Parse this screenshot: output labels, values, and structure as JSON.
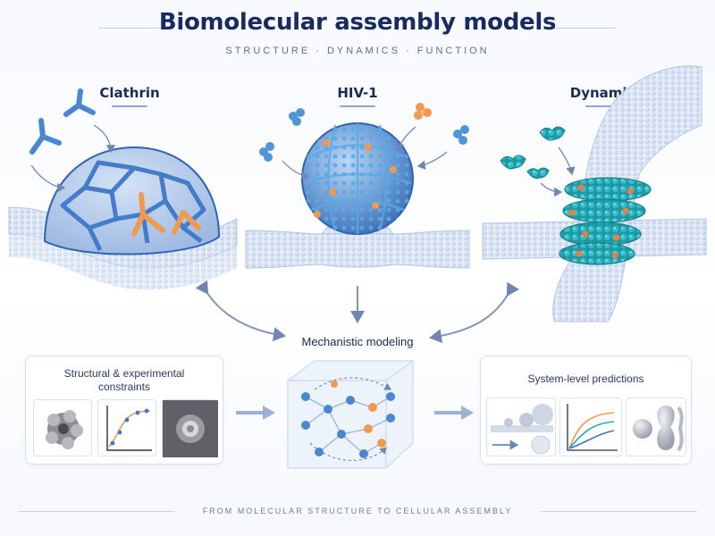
{
  "header": {
    "title": "Biomolecular assembly models",
    "subtitle": "STRUCTURE  ·  DYNAMICS  ·  FUNCTION"
  },
  "panels": [
    {
      "title": "Clathrin"
    },
    {
      "title": "HIV-1"
    },
    {
      "title": "Dynamin"
    }
  ],
  "mechanistic_label": "Mechanistic modeling",
  "left_box": {
    "title_line1": "Structural & experimental",
    "title_line2": "constraints"
  },
  "right_box": {
    "title": "System-level predictions"
  },
  "footer": "FROM MOLECULAR STRUCTURE TO CELLULAR ASSEMBLY",
  "colors": {
    "navy": "#172a63",
    "clathrin_blue": "#3d78c9",
    "accent_orange": "#ef9a50",
    "hiv_blue": "#4d96d8",
    "dynamin_teal": "#21a9b4",
    "membrane": "#c7d6ee"
  }
}
